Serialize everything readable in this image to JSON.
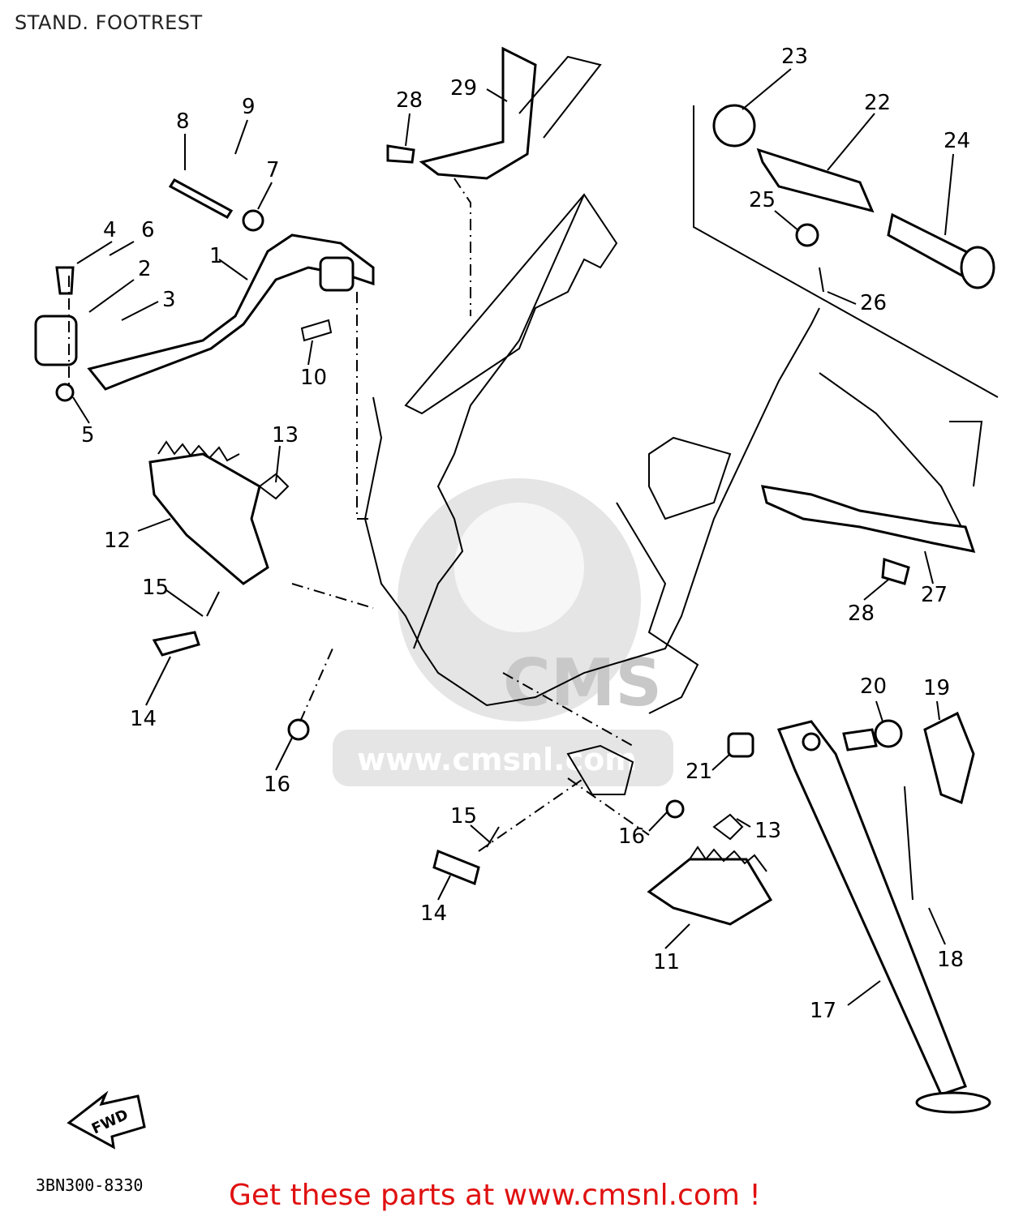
{
  "header": {
    "title": "STAND. FOOTREST"
  },
  "diagram": {
    "part_callouts": [
      "1",
      "2",
      "3",
      "4",
      "5",
      "6",
      "7",
      "8",
      "9",
      "10",
      "11",
      "12",
      "13",
      "13",
      "14",
      "14",
      "15",
      "15",
      "16",
      "16",
      "17",
      "18",
      "19",
      "20",
      "21",
      "22",
      "23",
      "24",
      "25",
      "26",
      "27",
      "28",
      "28",
      "29"
    ],
    "fwd_label": "FWD",
    "watermark": {
      "brand": "CMS",
      "url": "www.cmsnl.com"
    }
  },
  "footer": {
    "diagram_code": "3BN300-8330",
    "cta": "Get these parts at www.cmsnl.com !",
    "cta_color": "#e01010"
  }
}
